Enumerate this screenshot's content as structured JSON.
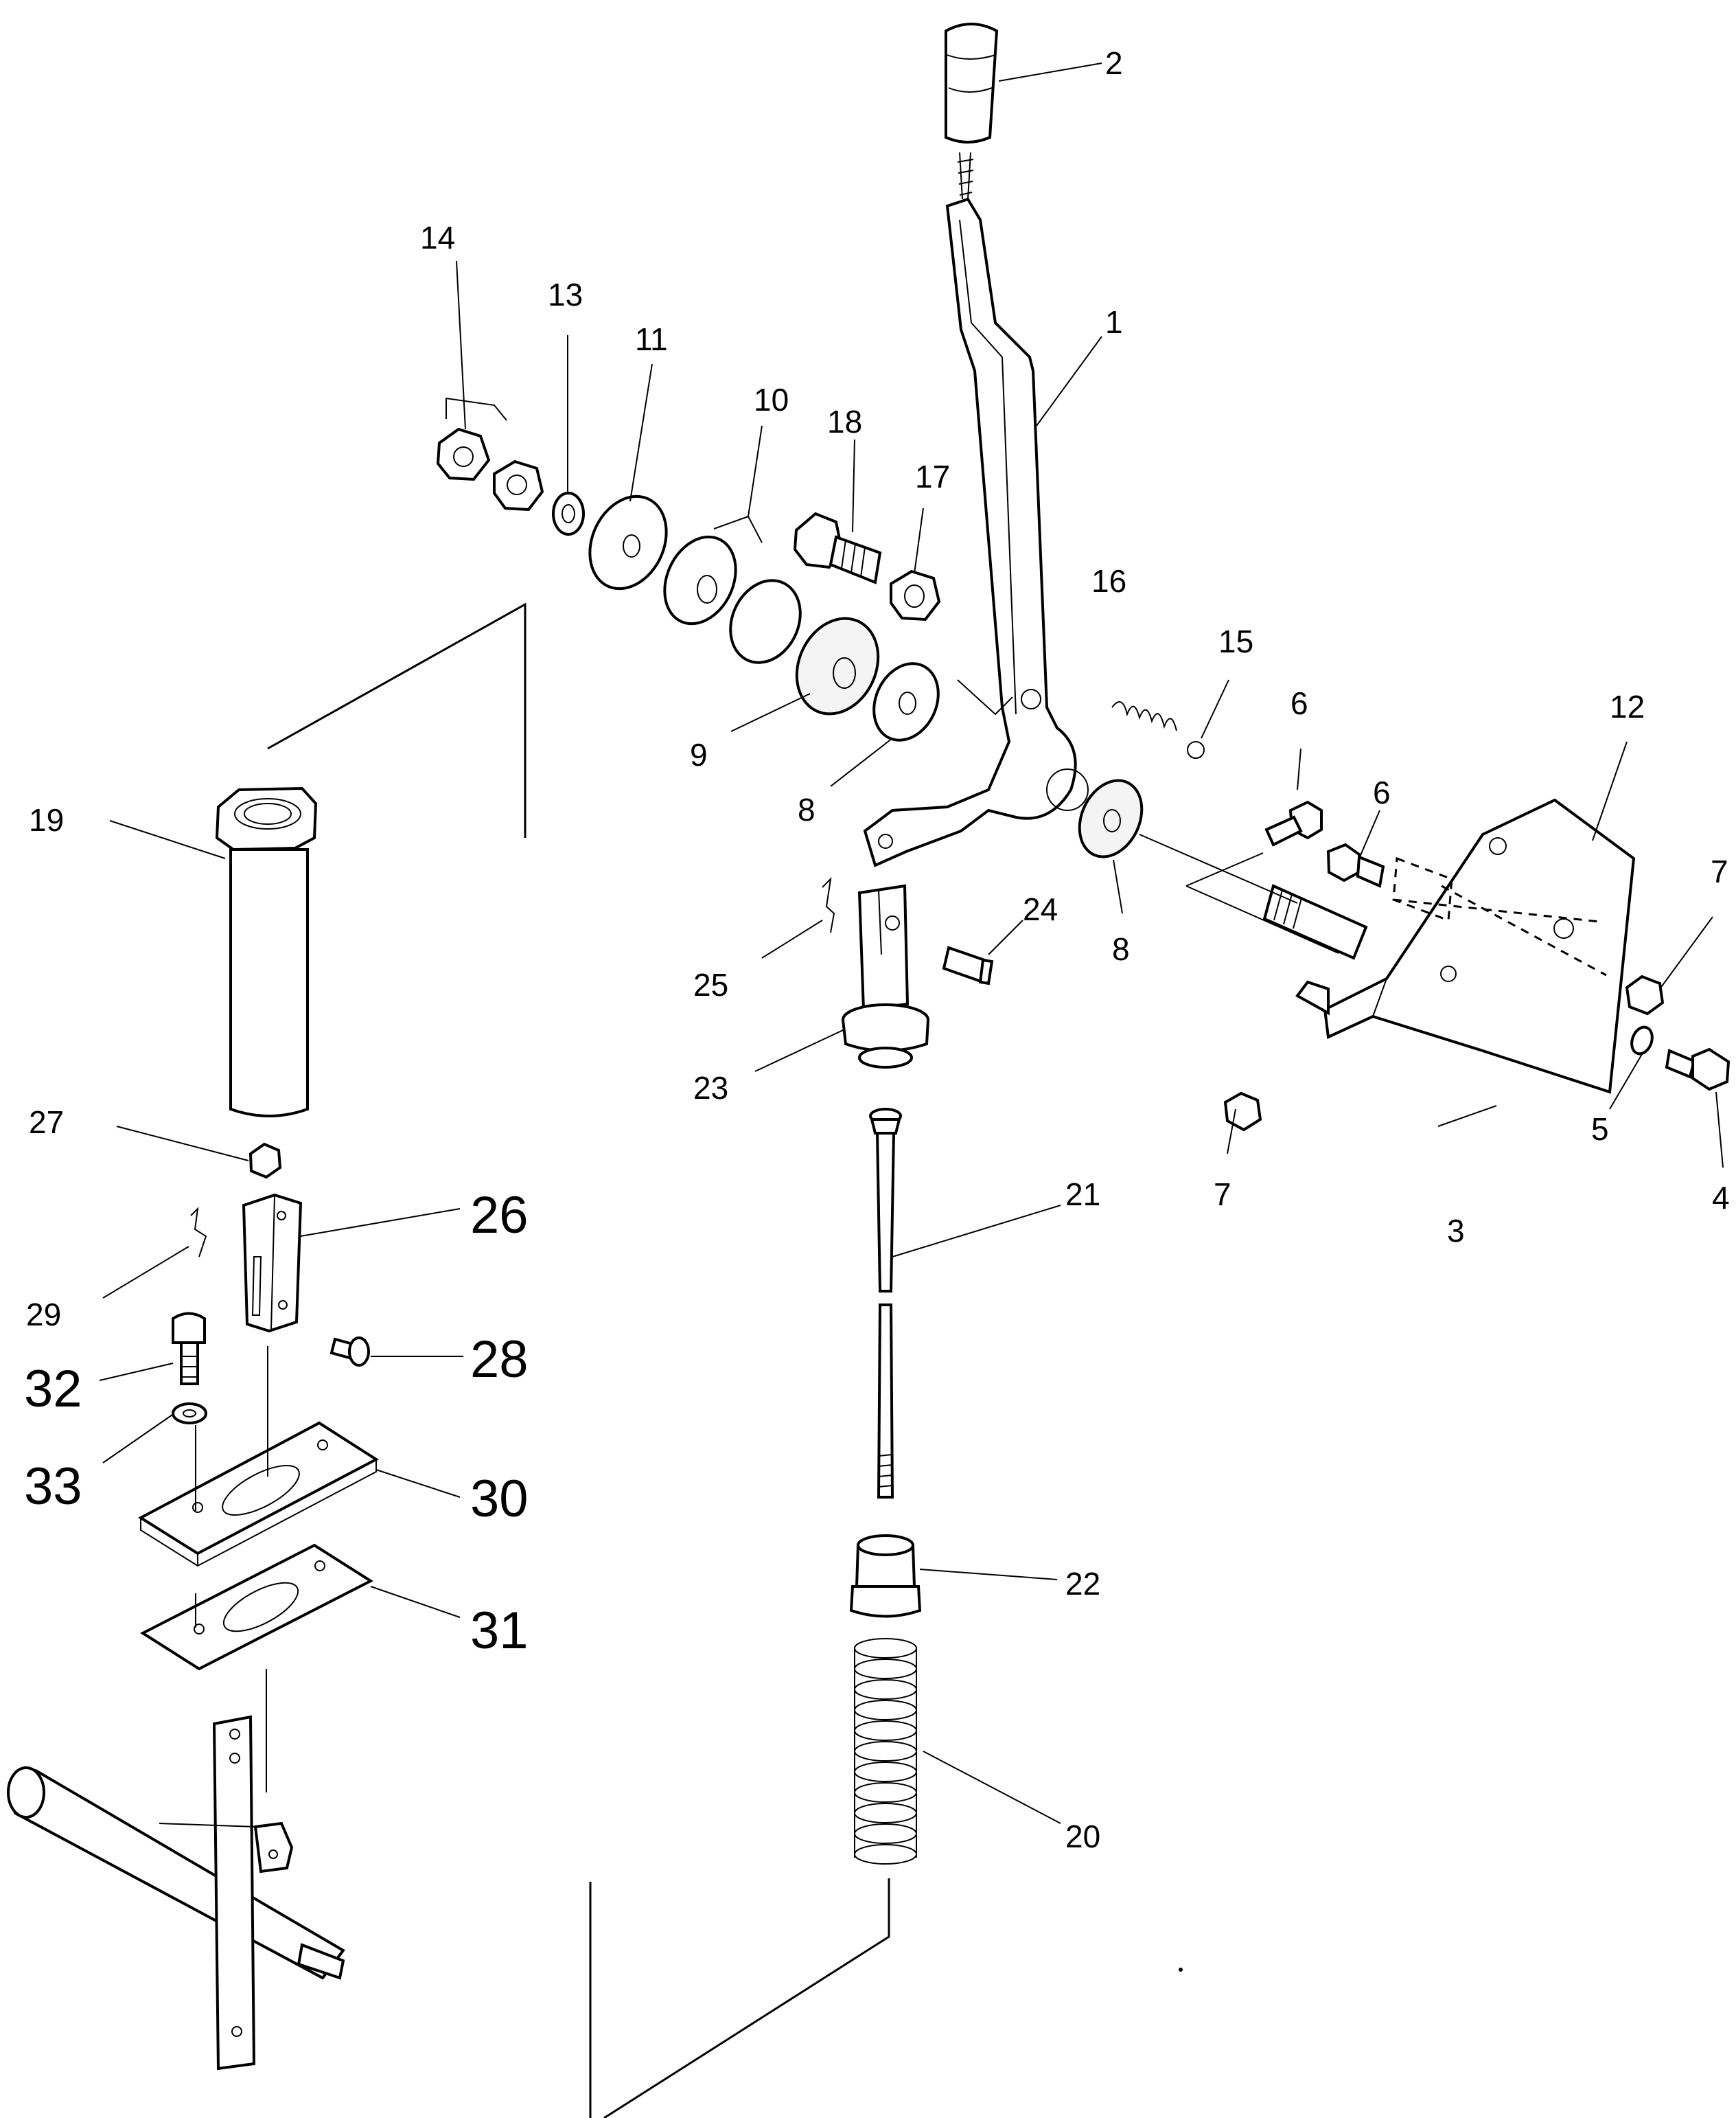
{
  "diagram": {
    "callouts": [
      {
        "id": "c1",
        "label": "1"
      },
      {
        "id": "c2",
        "label": "2"
      },
      {
        "id": "c3",
        "label": "3"
      },
      {
        "id": "c4",
        "label": "4"
      },
      {
        "id": "c5",
        "label": "5"
      },
      {
        "id": "c6a",
        "label": "6"
      },
      {
        "id": "c6b",
        "label": "6"
      },
      {
        "id": "c7a",
        "label": "7"
      },
      {
        "id": "c7b",
        "label": "7"
      },
      {
        "id": "c8a",
        "label": "8"
      },
      {
        "id": "c8b",
        "label": "8"
      },
      {
        "id": "c9",
        "label": "9"
      },
      {
        "id": "c10",
        "label": "10"
      },
      {
        "id": "c11",
        "label": "11"
      },
      {
        "id": "c12",
        "label": "12"
      },
      {
        "id": "c13",
        "label": "13"
      },
      {
        "id": "c14",
        "label": "14"
      },
      {
        "id": "c15",
        "label": "15"
      },
      {
        "id": "c16",
        "label": "16"
      },
      {
        "id": "c17",
        "label": "17"
      },
      {
        "id": "c18",
        "label": "18"
      },
      {
        "id": "c19",
        "label": "19"
      },
      {
        "id": "c20",
        "label": "20"
      },
      {
        "id": "c21",
        "label": "21"
      },
      {
        "id": "c22",
        "label": "22"
      },
      {
        "id": "c23",
        "label": "23"
      },
      {
        "id": "c24",
        "label": "24"
      },
      {
        "id": "c25",
        "label": "25"
      },
      {
        "id": "c26",
        "label": "26"
      },
      {
        "id": "c27",
        "label": "27"
      },
      {
        "id": "c28",
        "label": "28"
      },
      {
        "id": "c29",
        "label": "29"
      },
      {
        "id": "c30",
        "label": "30"
      },
      {
        "id": "c31",
        "label": "31"
      },
      {
        "id": "c32",
        "label": "32"
      },
      {
        "id": "c33",
        "label": "33"
      }
    ]
  }
}
